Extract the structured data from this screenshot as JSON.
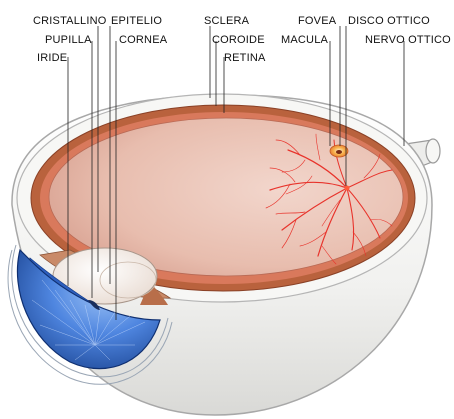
{
  "labels": {
    "cristallino": "CRISTALLINO",
    "epitelio": "EPITELIO",
    "sclera": "SCLERA",
    "fovea": "FOVEA",
    "disco_ottico": "DISCO OTTICO",
    "pupilla": "PUPILLA",
    "cornea": "CORNEA",
    "coroide": "COROIDE",
    "macula": "MACULA",
    "nervo_ottico": "NERVO OTTICO",
    "iride": "IRIDE",
    "retina": "RETINA"
  },
  "colors": {
    "sclera": "#f4f4f2",
    "sclera_edge": "#b9b9b9",
    "choroid": "#b9623d",
    "retina_band": "#d9795c",
    "vitreous": "#eac3b6",
    "vessels": "#e8332b",
    "macula": "#f5a623",
    "iris_cornea": "#3f78d8"
  }
}
